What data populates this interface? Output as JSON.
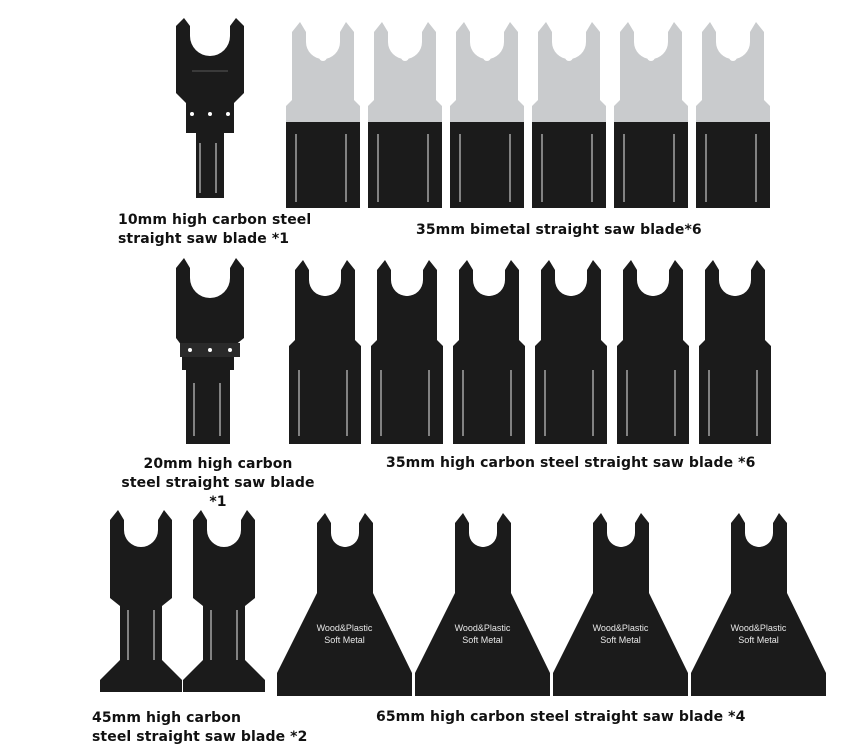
{
  "labels": {
    "row1_left": [
      "10mm high carbon steel",
      "straight saw blade *1"
    ],
    "row1_right": "35mm bimetal straight saw blade*6",
    "row2_left": [
      "20mm high carbon",
      "steel straight saw blade *1"
    ],
    "row2_right": "35mm high carbon steel straight saw blade *6",
    "row3_left": [
      "45mm high carbon",
      "steel straight saw blade *2"
    ],
    "row3_right": "65mm high carbon steel straight saw blade *4"
  },
  "blade_text": {
    "wide_material": "Wood&Plastic",
    "wide_material2": "Soft Metal"
  },
  "colors": {
    "blade_black": "#1b1b1b",
    "blade_steel": "#c9cbcd",
    "marking": "#e8e8e8"
  }
}
